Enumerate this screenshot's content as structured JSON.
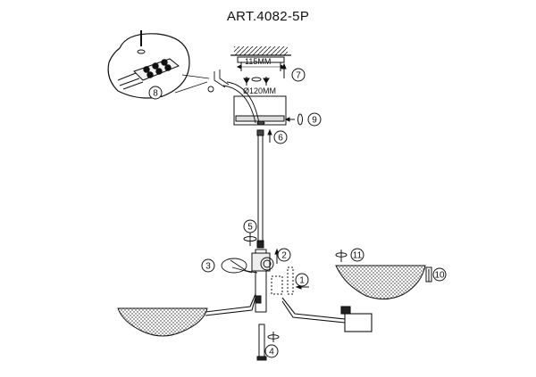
{
  "title": "ART.4082-5P",
  "dimensions": {
    "bracket_width": "115MM",
    "canopy_diameter": "Ø120MM"
  },
  "callouts": [
    "1",
    "2",
    "3",
    "4",
    "5",
    "6",
    "7",
    "8",
    "9",
    "10",
    "11"
  ]
}
